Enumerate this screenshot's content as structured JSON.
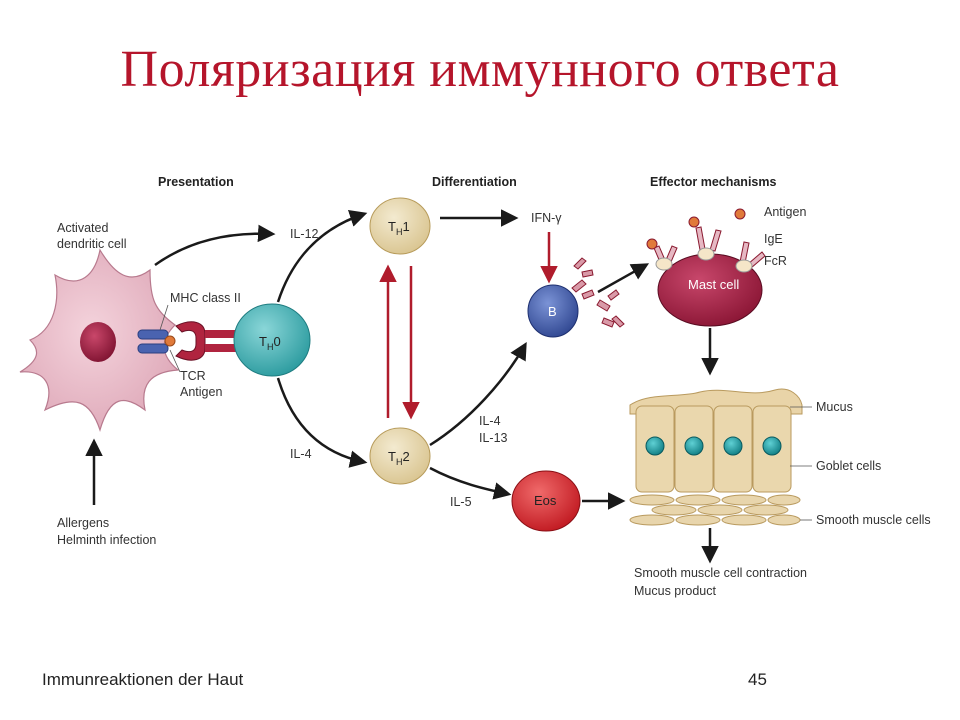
{
  "title": "Поляризация иммунного ответа",
  "footer": {
    "text": "Immunreaktionen der Haut",
    "page": "45"
  },
  "headers": {
    "presentation": "Presentation",
    "differentiation": "Differentiation",
    "effector": "Effector mechanisms"
  },
  "labels": {
    "dc1": "Activated",
    "dc2": "dendritic cell",
    "mhc": "MHC class II",
    "tcr": "TCR",
    "antigen_tcr": "Antigen",
    "il12": "IL-12",
    "il4_left": "IL-4",
    "ifn": "IFN-γ",
    "il4_right": "IL-4",
    "il13": "IL-13",
    "il5": "IL-5",
    "antigen_eff": "Antigen",
    "ige": "IgE",
    "fcr": "FcR",
    "mucus": "Mucus",
    "goblet": "Goblet cells",
    "smooth": "Smooth muscle cells",
    "allergens": "Allergens",
    "helminth": "Helminth infection",
    "outcome1": "Smooth muscle cell contraction",
    "outcome2": "Mucus product"
  },
  "cells": {
    "th0": "T",
    "th0_sub": "H",
    "th0_n": "0",
    "th1": "T",
    "th1_sub": "H",
    "th1_n": "1",
    "th2": "T",
    "th2_sub": "H",
    "th2_n": "2",
    "b": "B",
    "eos": "Eos",
    "mast": "Mast cell"
  },
  "colors": {
    "title": "#b5152b",
    "dendritic": "#e9b9c7",
    "th0": "#3fb0b3",
    "th": "#e6d7a8",
    "b_cell": "#3f5aa6",
    "eos": "#d6262e",
    "mast": "#9c1b3c",
    "goblet": "#e8d3a3",
    "nucleus": "#1a8f96",
    "red_arrow": "#b01c2c"
  }
}
